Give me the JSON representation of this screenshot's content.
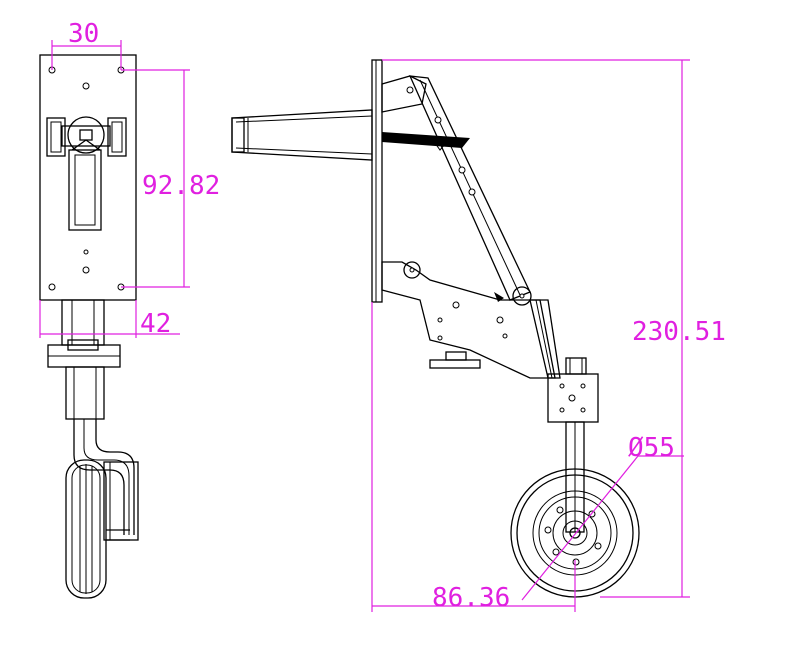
{
  "dimensions": {
    "hole_spacing": "30",
    "plate_height": "92.82",
    "plate_width": "42",
    "overall_height": "230.51",
    "wheel_diameter": "Ø55",
    "horizontal_offset": "86.36"
  },
  "colors": {
    "dimension": "#e020e0",
    "outline": "#000000",
    "background": "#ffffff"
  }
}
